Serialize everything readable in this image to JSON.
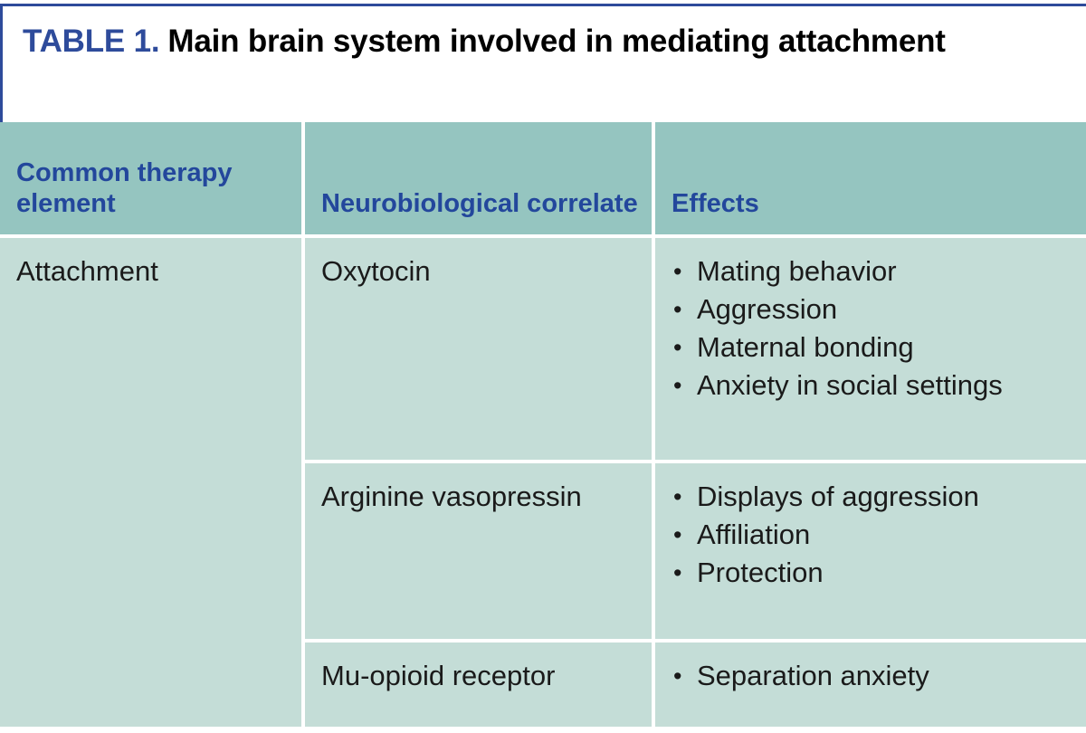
{
  "figure": {
    "caption_label": "TABLE 1.",
    "caption_title": "Main brain system involved in mediating attachment",
    "colors": {
      "caption_label_color": "#2e4b9b",
      "caption_border_color": "#2e4b9b",
      "header_background": "#95c5c0",
      "header_text_color": "#23479c",
      "body_background": "#c4ddd7",
      "body_text_color": "#1a1a1a",
      "gridline_color": "#ffffff"
    }
  },
  "table": {
    "columns": [
      {
        "header": "Common therapy element"
      },
      {
        "header": "Neurobiological correlate"
      },
      {
        "header": "Effects"
      }
    ],
    "rows": [
      {
        "therapy_element": "Attachment",
        "correlate": "Oxytocin",
        "effects": [
          "Mating behavior",
          "Aggression",
          "Maternal bonding",
          "Anxiety in social settings"
        ]
      },
      {
        "therapy_element": "",
        "correlate": "Arginine vasopressin",
        "effects": [
          "Displays of aggression",
          "Affiliation",
          "Protection"
        ]
      },
      {
        "therapy_element": "",
        "correlate": "Mu-opioid receptor",
        "effects": [
          "Separation anxiety"
        ]
      }
    ],
    "bullet_glyph": "•"
  }
}
